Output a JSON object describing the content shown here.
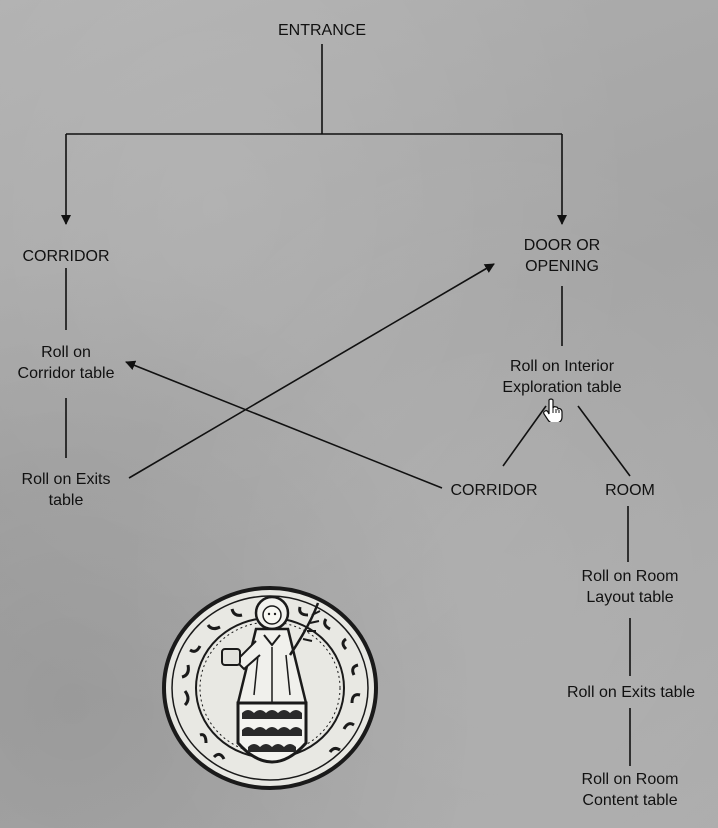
{
  "flowchart": {
    "nodes": {
      "entrance": "ENTRANCE",
      "corridor_left": "CORRIDOR",
      "roll_corridor_table": "Roll on\nCorridor table",
      "roll_exits_left": "Roll on Exits\ntable",
      "door_or_opening": "DOOR OR\nOPENING",
      "roll_interior_exploration": "Roll on Interior\nExploration table",
      "corridor_right": "CORRIDOR",
      "room": "ROOM",
      "roll_room_layout": "Roll on Room\nLayout table",
      "roll_exits_right": "Roll on Exits table",
      "roll_room_content": "Roll on Room\nContent table"
    }
  },
  "colors": {
    "background": "#a9a9a9",
    "line": "#111111"
  },
  "icons": {
    "seal": "medieval-seal-icon",
    "cursor": "hand-pointer-icon"
  }
}
